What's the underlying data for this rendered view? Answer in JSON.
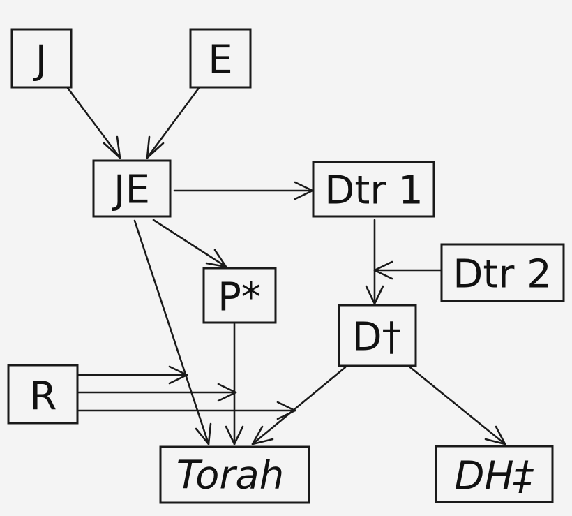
{
  "nodes": {
    "j": {
      "label": "J"
    },
    "e": {
      "label": "E"
    },
    "je": {
      "label": "JE"
    },
    "dtr1": {
      "label": "Dtr 1"
    },
    "dtr2": {
      "label": "Dtr 2"
    },
    "p": {
      "label": "P*"
    },
    "d": {
      "label": "D†"
    },
    "r": {
      "label": "R"
    },
    "torah": {
      "label": "Torah"
    },
    "dh": {
      "label": "DH‡"
    }
  }
}
